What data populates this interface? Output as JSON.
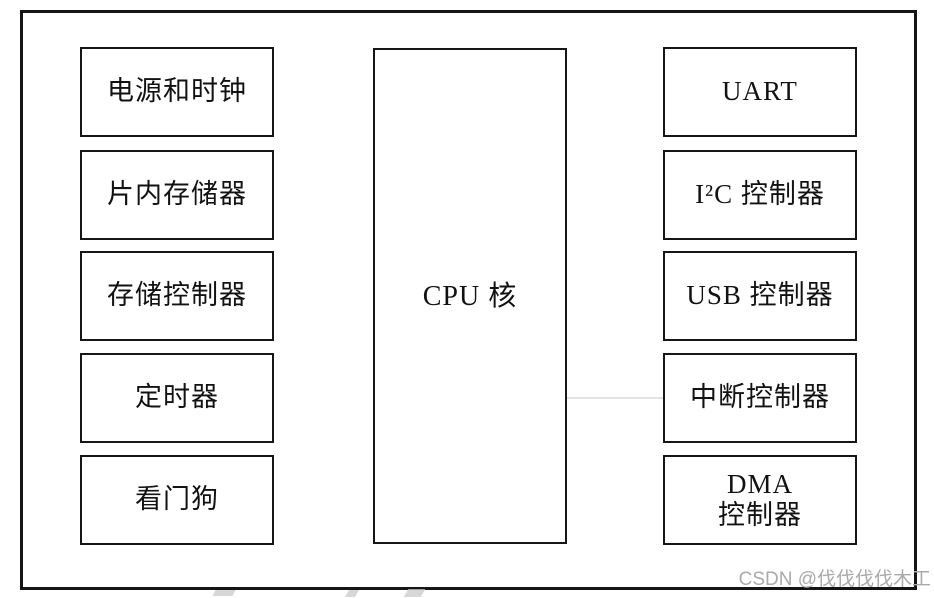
{
  "diagram": {
    "kind": "soc-block-diagram",
    "colors": {
      "line": "#151515",
      "text": "#121212",
      "watermark": "#aaaaaa",
      "background": "#ffffff"
    },
    "left_column": [
      {
        "label": "电源和时钟"
      },
      {
        "label": "片内存储器"
      },
      {
        "label": "存储控制器"
      },
      {
        "label": "定时器"
      },
      {
        "label": "看门狗"
      }
    ],
    "center": {
      "label": "CPU 核"
    },
    "right_column": [
      {
        "label": "UART"
      },
      {
        "label": "I²C 控制器"
      },
      {
        "label": "USB 控制器"
      },
      {
        "label": "中断控制器"
      },
      {
        "label_line1": "DMA",
        "label_line2": "控制器"
      }
    ],
    "watermark": "CSDN @伐伐伐伐木工"
  }
}
